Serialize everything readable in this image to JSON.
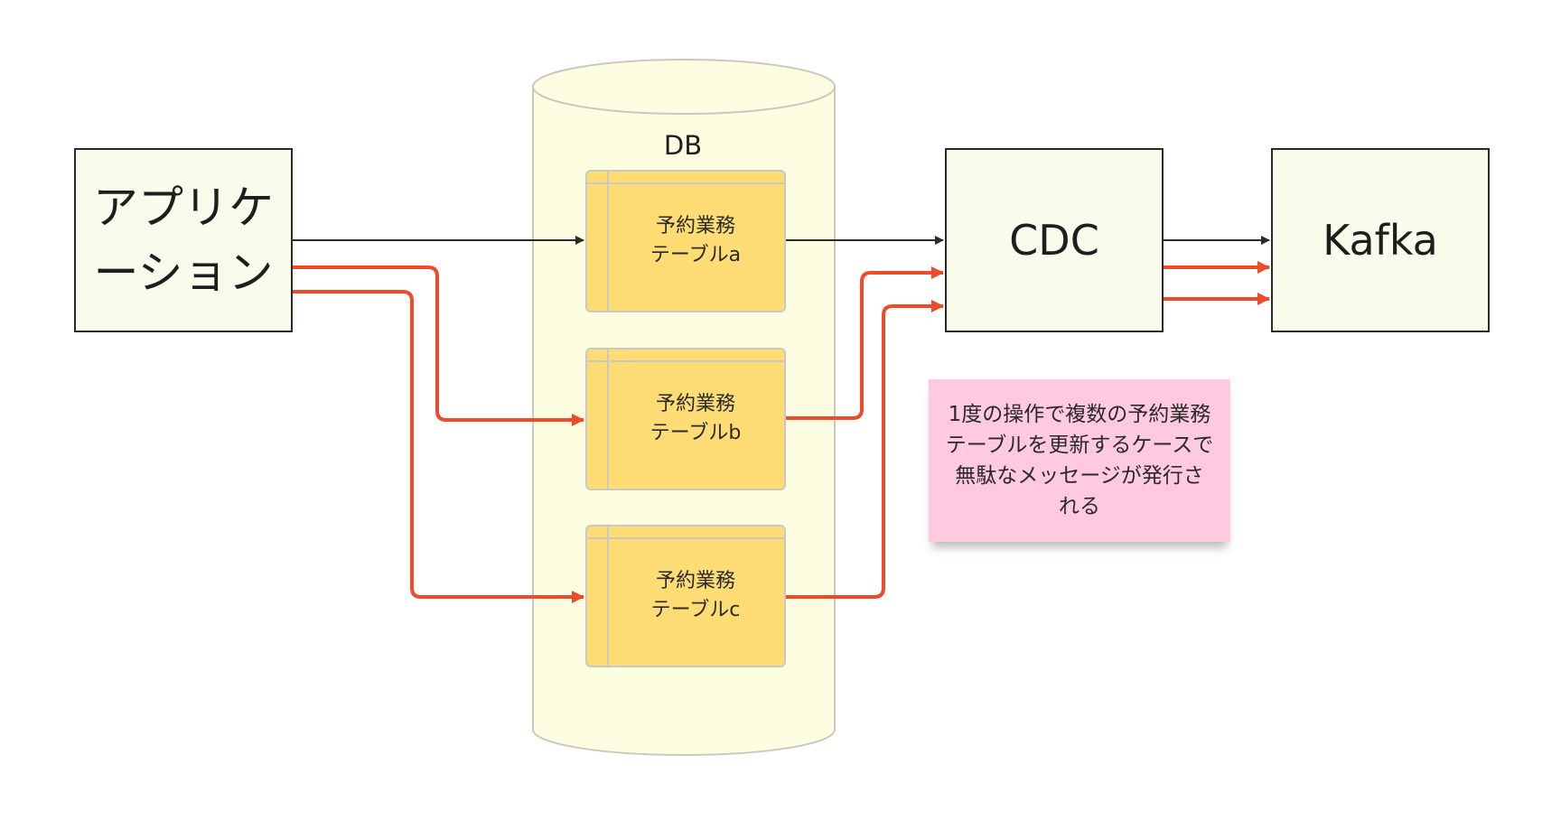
{
  "nodes": {
    "application": {
      "label": "アプリケーション"
    },
    "db": {
      "label": "DB"
    },
    "cdc": {
      "label": "CDC"
    },
    "kafka": {
      "label": "Kafka"
    }
  },
  "tables": [
    {
      "line1": "予約業務",
      "line2": "テーブルa"
    },
    {
      "line1": "予約業務",
      "line2": "テーブルb"
    },
    {
      "line1": "予約業務",
      "line2": "テーブルc"
    }
  ],
  "note": {
    "text": "1度の操作で複数の予約業務テーブルを更新するケースで無駄なメッセージが発行される"
  },
  "colors": {
    "normal_arrow": "#2a2a2a",
    "redundant_arrow": "#ee4b2b",
    "box_fill": "#fbfbeb",
    "db_fill": "#fdfde2",
    "table_fill": "#ffdc74",
    "note_fill": "#ffc9df"
  }
}
